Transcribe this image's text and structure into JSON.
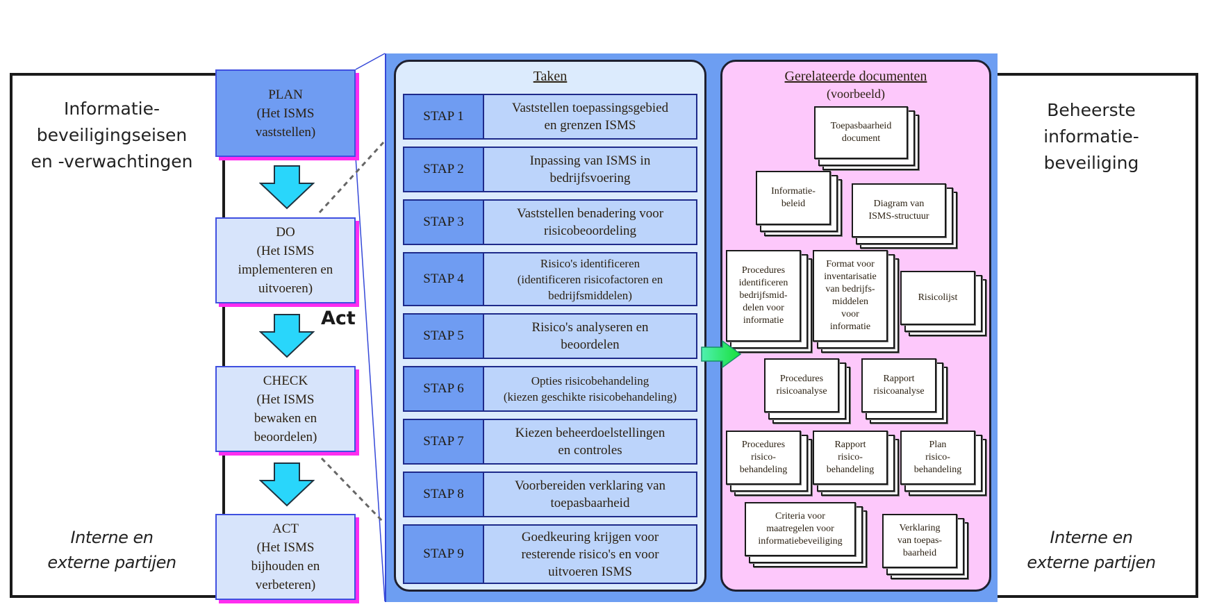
{
  "left_box": {
    "title": "Informatie-\nbeveiligingseisen\nen -verwachtingen",
    "bottom": "Interne en\nexterne partijen"
  },
  "right_box": {
    "title": "Beheerste\ninformatie-\nbeveiliging",
    "bottom": "Interne en\nexterne partijen"
  },
  "pdca": [
    {
      "id": "plan",
      "title": "PLAN",
      "desc": "(Het ISMS\nvaststellen)"
    },
    {
      "id": "do",
      "title": "DO",
      "desc": "(Het ISMS\nimplementeren en\nuitvoeren)"
    },
    {
      "id": "check",
      "title": "CHECK",
      "desc": "(Het ISMS\nbewaken en\nbeoordelen)"
    },
    {
      "id": "act",
      "title": "ACT",
      "desc": "(Het ISMS\nbijhouden en\nverbeteren)"
    }
  ],
  "act_label": "Act",
  "taken": {
    "heading": "Taken",
    "steps": [
      {
        "label": "STAP 1",
        "text": "Vaststellen toepassingsgebied\nen grenzen ISMS"
      },
      {
        "label": "STAP 2",
        "text": "Inpassing van ISMS in\nbedrijfsvoering"
      },
      {
        "label": "STAP 3",
        "text": "Vaststellen benadering voor\nrisicobeoordeling"
      },
      {
        "label": "STAP 4",
        "text": "Risico's identificeren\n(identificeren risicofactoren en\nbedrijfsmiddelen)"
      },
      {
        "label": "STAP 5",
        "text": "Risico's analyseren en\nbeoordelen"
      },
      {
        "label": "STAP 6",
        "text": "Opties risicobehandeling\n(kiezen geschikte risicobehandeling)"
      },
      {
        "label": "STAP 7",
        "text": "Kiezen beheerdoelstellingen\nen controles"
      },
      {
        "label": "STAP 8",
        "text": "Voorbereiden verklaring van\ntoepasbaarheid"
      },
      {
        "label": "STAP 9",
        "text": "Goedkeuring krijgen voor\nresterende risico's en voor\nuitvoeren ISMS"
      }
    ]
  },
  "documents": {
    "heading": "Gerelateerde documenten",
    "subheading": "(voorbeeld)",
    "items": [
      "Toepasbaarheid\ndocument",
      "Informatie-\nbeleid",
      "Diagram van\nISMS-structuur",
      "Procedures\nidentificeren\nbedrijfsmid-\ndelen voor\ninformatie",
      "Format voor\ninventarisatie\nvan bedrijfs-\nmiddelen\nvoor\ninformatie",
      "Risicolijst",
      "Procedures\nrisicoanalyse",
      "Rapport\nrisicoanalyse",
      "Procedures\nrisico-\nbehandeling",
      "Rapport\nrisico-\nbehandeling",
      "Plan\nrisico-\nbehandeling",
      "Criteria voor\nmaatregelen voor\ninformatiebeveiliging",
      "Verklaring\nvan toepas-\nbaarheid"
    ]
  },
  "colors": {
    "plan_fill": "#6f9cf2",
    "phase_fill": "#d7e4fb",
    "phase_shadow": "#ff2df0",
    "arrow_fill": "#29d6fb",
    "panel_blue": "#6d9ef2",
    "taken_bg": "#dcebfd",
    "docs_bg": "#fdc8fb",
    "step_label_fill": "#6f9cf2",
    "step_text_fill": "#bcd4fb",
    "green_arrow": "#3cf08a"
  }
}
